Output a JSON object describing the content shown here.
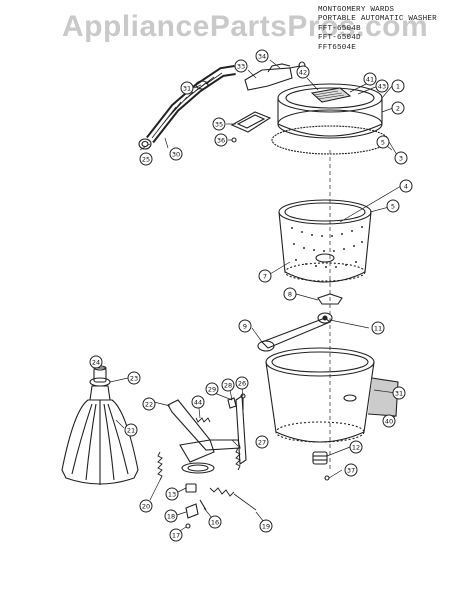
{
  "watermark": "AppliancePartsPros.com",
  "title_lines": [
    "MONTGOMERY WARDS",
    "PORTABLE AUTOMATIC WASHER",
    "FFT-6504B",
    "FFT-6504D",
    "FFT6504E"
  ],
  "parts": {
    "p1": "1",
    "p2": "2",
    "p3": "3",
    "p4": "4",
    "p5": "5",
    "p7": "7",
    "p8": "8",
    "p9": "9",
    "p11": "11",
    "p12": "12",
    "p13": "13",
    "p16": "16",
    "p17": "17",
    "p18": "18",
    "p19": "19",
    "p20": "20",
    "p21": "21",
    "p22": "22",
    "p23": "23",
    "p24": "24",
    "p25": "25",
    "p26": "26",
    "p27": "27",
    "p28": "28",
    "p29": "29",
    "p30": "30",
    "p31": "31",
    "p33": "33",
    "p34": "34",
    "p35": "35",
    "p36": "36",
    "p37": "37",
    "p40": "40",
    "p41": "41",
    "p42": "42",
    "p43": "43",
    "p44": "44"
  }
}
